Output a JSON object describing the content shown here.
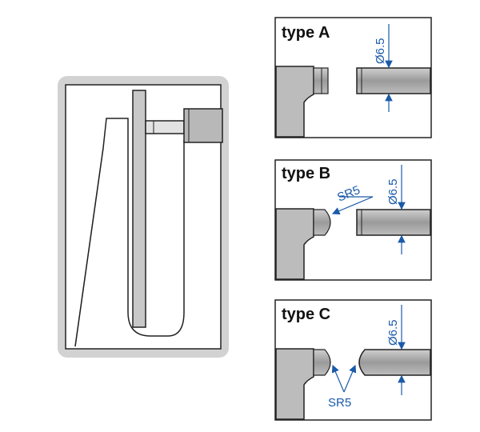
{
  "panels": [
    {
      "title": "type A",
      "diameter": "Ø6.5"
    },
    {
      "title": "type B",
      "diameter": "Ø6.5",
      "radius": "SR5"
    },
    {
      "title": "type C",
      "diameter": "Ø6.5",
      "radius": "SR5"
    }
  ],
  "colors": {
    "outline": "#222222",
    "metal": "#b9b9b9",
    "face": "#d6d6d6",
    "dimension": "#1a5aa8",
    "frame": "#d2d2d2"
  }
}
